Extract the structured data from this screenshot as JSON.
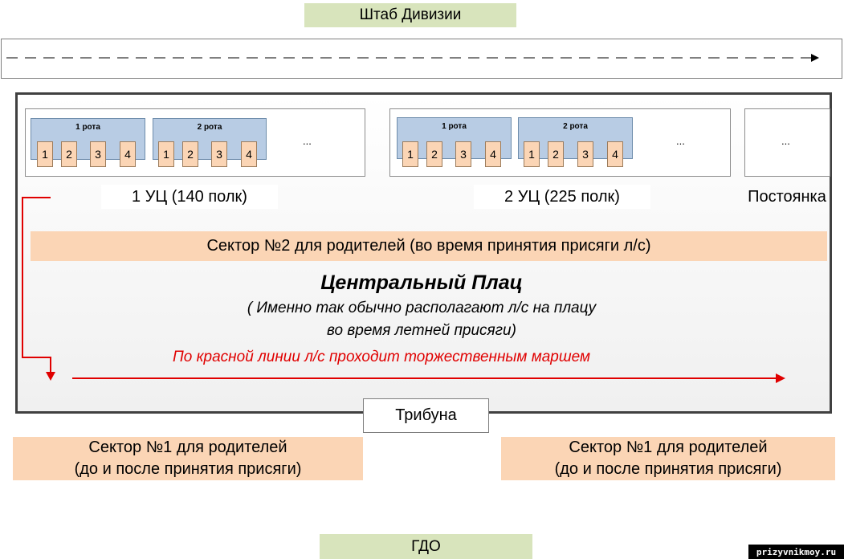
{
  "top_label": "Штаб Дивизии",
  "bottom_label": "ГДО",
  "uc1": {
    "label": "1 УЦ (140 полк)",
    "rota1": "1 рота",
    "rota2": "2 рота",
    "numbers": [
      "1",
      "2",
      "3",
      "4"
    ],
    "ellipsis": "..."
  },
  "uc2": {
    "label": "2 УЦ (225 полк)",
    "rota1": "1 рота",
    "rota2": "2 рота",
    "numbers": [
      "1",
      "2",
      "3",
      "4"
    ],
    "ellipsis": "..."
  },
  "postoyanka": {
    "label": "Постоянка",
    "ellipsis": "..."
  },
  "sector2": "Сектор №2 для родителей (во время принятия присяги л/с)",
  "plac_title": "Центральный Плац",
  "plac_note_line1": "( Именно так обычно располагают л/с на плацу",
  "plac_note_line2": "во время летней присяги)",
  "march_note": "По красной линии л/с проходит торжественным маршем",
  "tribuna": "Трибуна",
  "sector1_left": {
    "line1": "Сектор №1 для родителей",
    "line2": "(до и после принятия присяги)"
  },
  "sector1_right": {
    "line1": "Сектор №1 для родителей",
    "line2": "(до и после принятия присяги)"
  },
  "watermark": "prizyvnikmoy.ru",
  "colors": {
    "march_line": "#e00000",
    "green": "#d8e4bc",
    "peach": "#fbd5b5",
    "rota": "#b8cce4"
  }
}
